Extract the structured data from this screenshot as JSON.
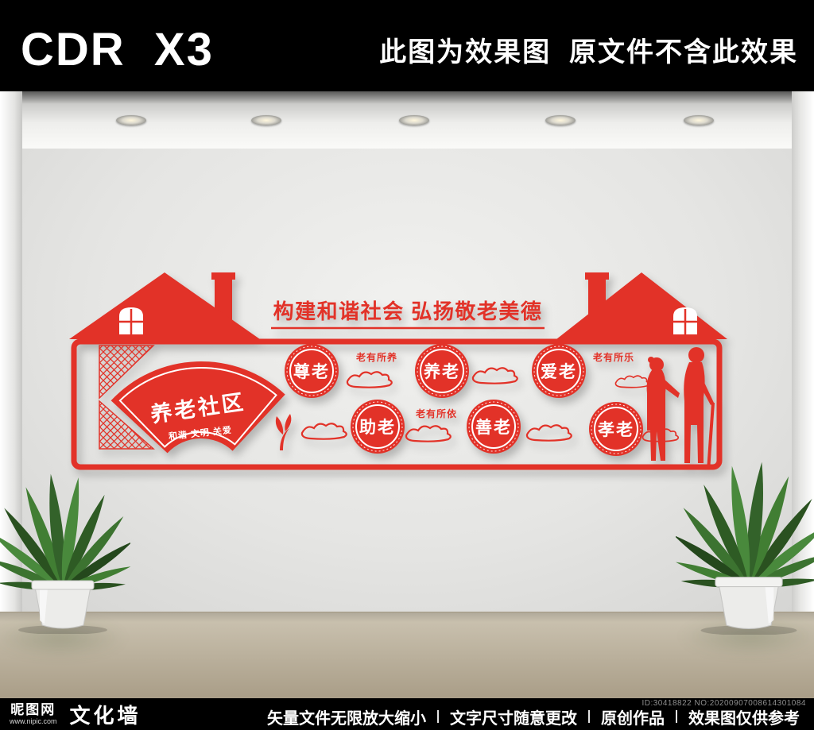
{
  "top_bar": {
    "product": "CDR  X3",
    "notice": "此图为效果图  原文件不含此效果"
  },
  "wall_design": {
    "slogan": "构建和谐社会  弘扬敬老美德",
    "fan_title": "养老社区",
    "fan_subtitle": "和谐 文明 关爱",
    "circles": [
      "尊老",
      "养老",
      "爱老",
      "助老",
      "善老",
      "孝老"
    ],
    "tags": [
      "老有所养",
      "老有所乐",
      "老有所依"
    ],
    "colors": {
      "accent_red": "#e23228",
      "text_white": "#ffffff"
    }
  },
  "bottom_bar": {
    "site_name": "昵图网",
    "site_url": "www.nipic.com",
    "title": "文化墙",
    "features": [
      "矢量文件无限放大缩小",
      "文字尺寸随意更改",
      "原创作品",
      "效果图仅供参考"
    ],
    "id_text": "ID:30418822 NO:20200907008614301084"
  }
}
